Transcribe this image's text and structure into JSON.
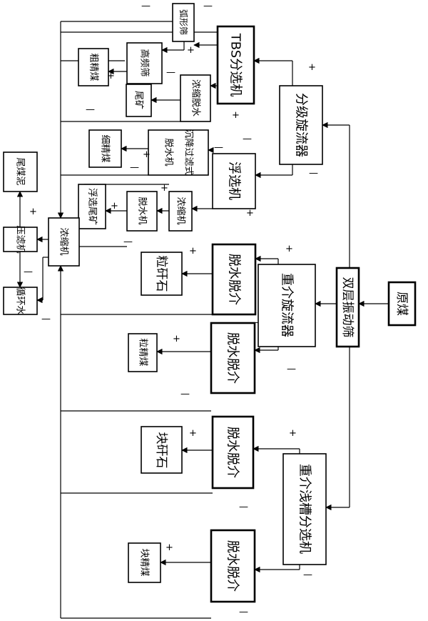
{
  "nodes": {
    "yuanmei": "原煤",
    "shuangceng": "双层振动筛",
    "fenji": "分级旋流器",
    "zhongjie_xuanliu": "重介旋流器",
    "zhongjie_qiancao": "重介浅槽分选机",
    "tbs": "TBS分选机",
    "fuxuan": "浮选机",
    "gaopinshai": "高频筛",
    "hushai": "弧形筛",
    "cujingmei": "粗精煤",
    "nongsuo_tuoshui": "浓缩脱水",
    "weikuang_small": "尾矿",
    "chenjiang": "沉降过滤式脱水机",
    "xijingmei": "细精煤",
    "nongsuoji_a": "浓缩机",
    "tuoshuiji": "脱水机",
    "fuxuan_weikuang": "浮选尾矿",
    "tuojie_1": "脱水脱介",
    "tuojie_2": "脱水脱介",
    "tuojie_3": "脱水脱介",
    "tuojie_4": "脱水脱介",
    "ligangshi": "粒矸石",
    "lijingmei": "粒精煤",
    "kuaiganshi": "块矸石",
    "kuaijingmei": "块精煤",
    "nongsuoji_main": "浓缩机",
    "yalvji": "压滤机",
    "weimeini": "尾煤泥",
    "xunhuanshui": "循环水"
  },
  "signs": {
    "plus": "+",
    "minus": "—"
  }
}
